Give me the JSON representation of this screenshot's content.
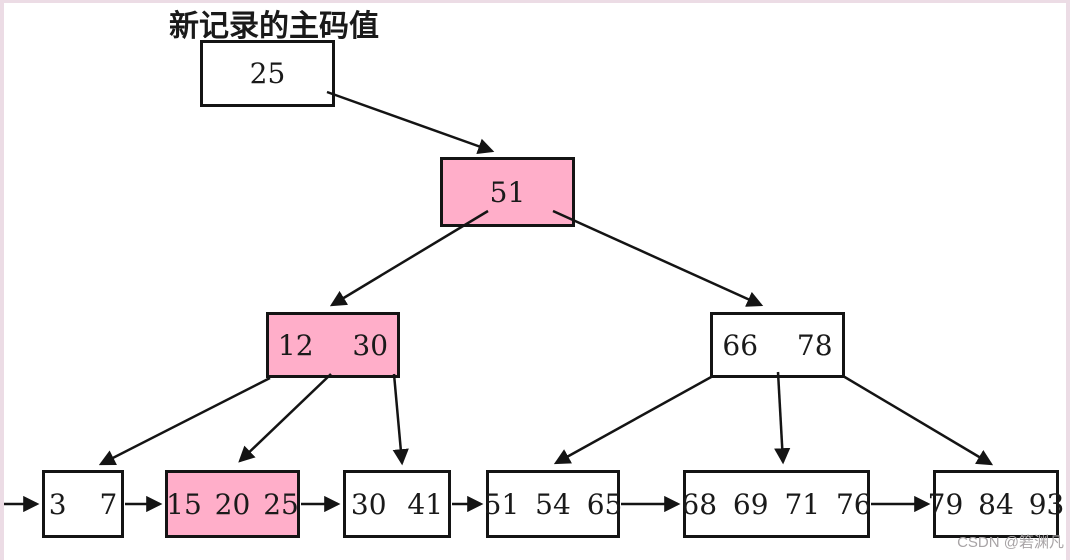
{
  "title": "新记录的主码值",
  "watermark": "CSDN @箬渊凡",
  "colors": {
    "highlight_fill": "#ffaec9",
    "node_fill": "#ffffff",
    "node_border": "#141414",
    "arrow": "#141414",
    "frame_edge": "#ecdce5",
    "watermark_text": "#a8a4a6"
  },
  "diagram": {
    "type": "bplus-tree-insertion",
    "new_record": {
      "label": "25",
      "highlighted": false
    },
    "root": {
      "label": "51",
      "highlighted": true
    },
    "internal_nodes": [
      {
        "label": "12 30",
        "highlighted": true
      },
      {
        "label": "66 78",
        "highlighted": false
      }
    ],
    "leaf_nodes": [
      {
        "label": "3 7",
        "highlighted": false
      },
      {
        "label": "15 20 25",
        "highlighted": true
      },
      {
        "label": "30 41",
        "highlighted": false
      },
      {
        "label": "51 54 65",
        "highlighted": false
      },
      {
        "label": "68 69 71 76",
        "highlighted": false
      },
      {
        "label": "79 84 93",
        "highlighted": false
      }
    ]
  }
}
